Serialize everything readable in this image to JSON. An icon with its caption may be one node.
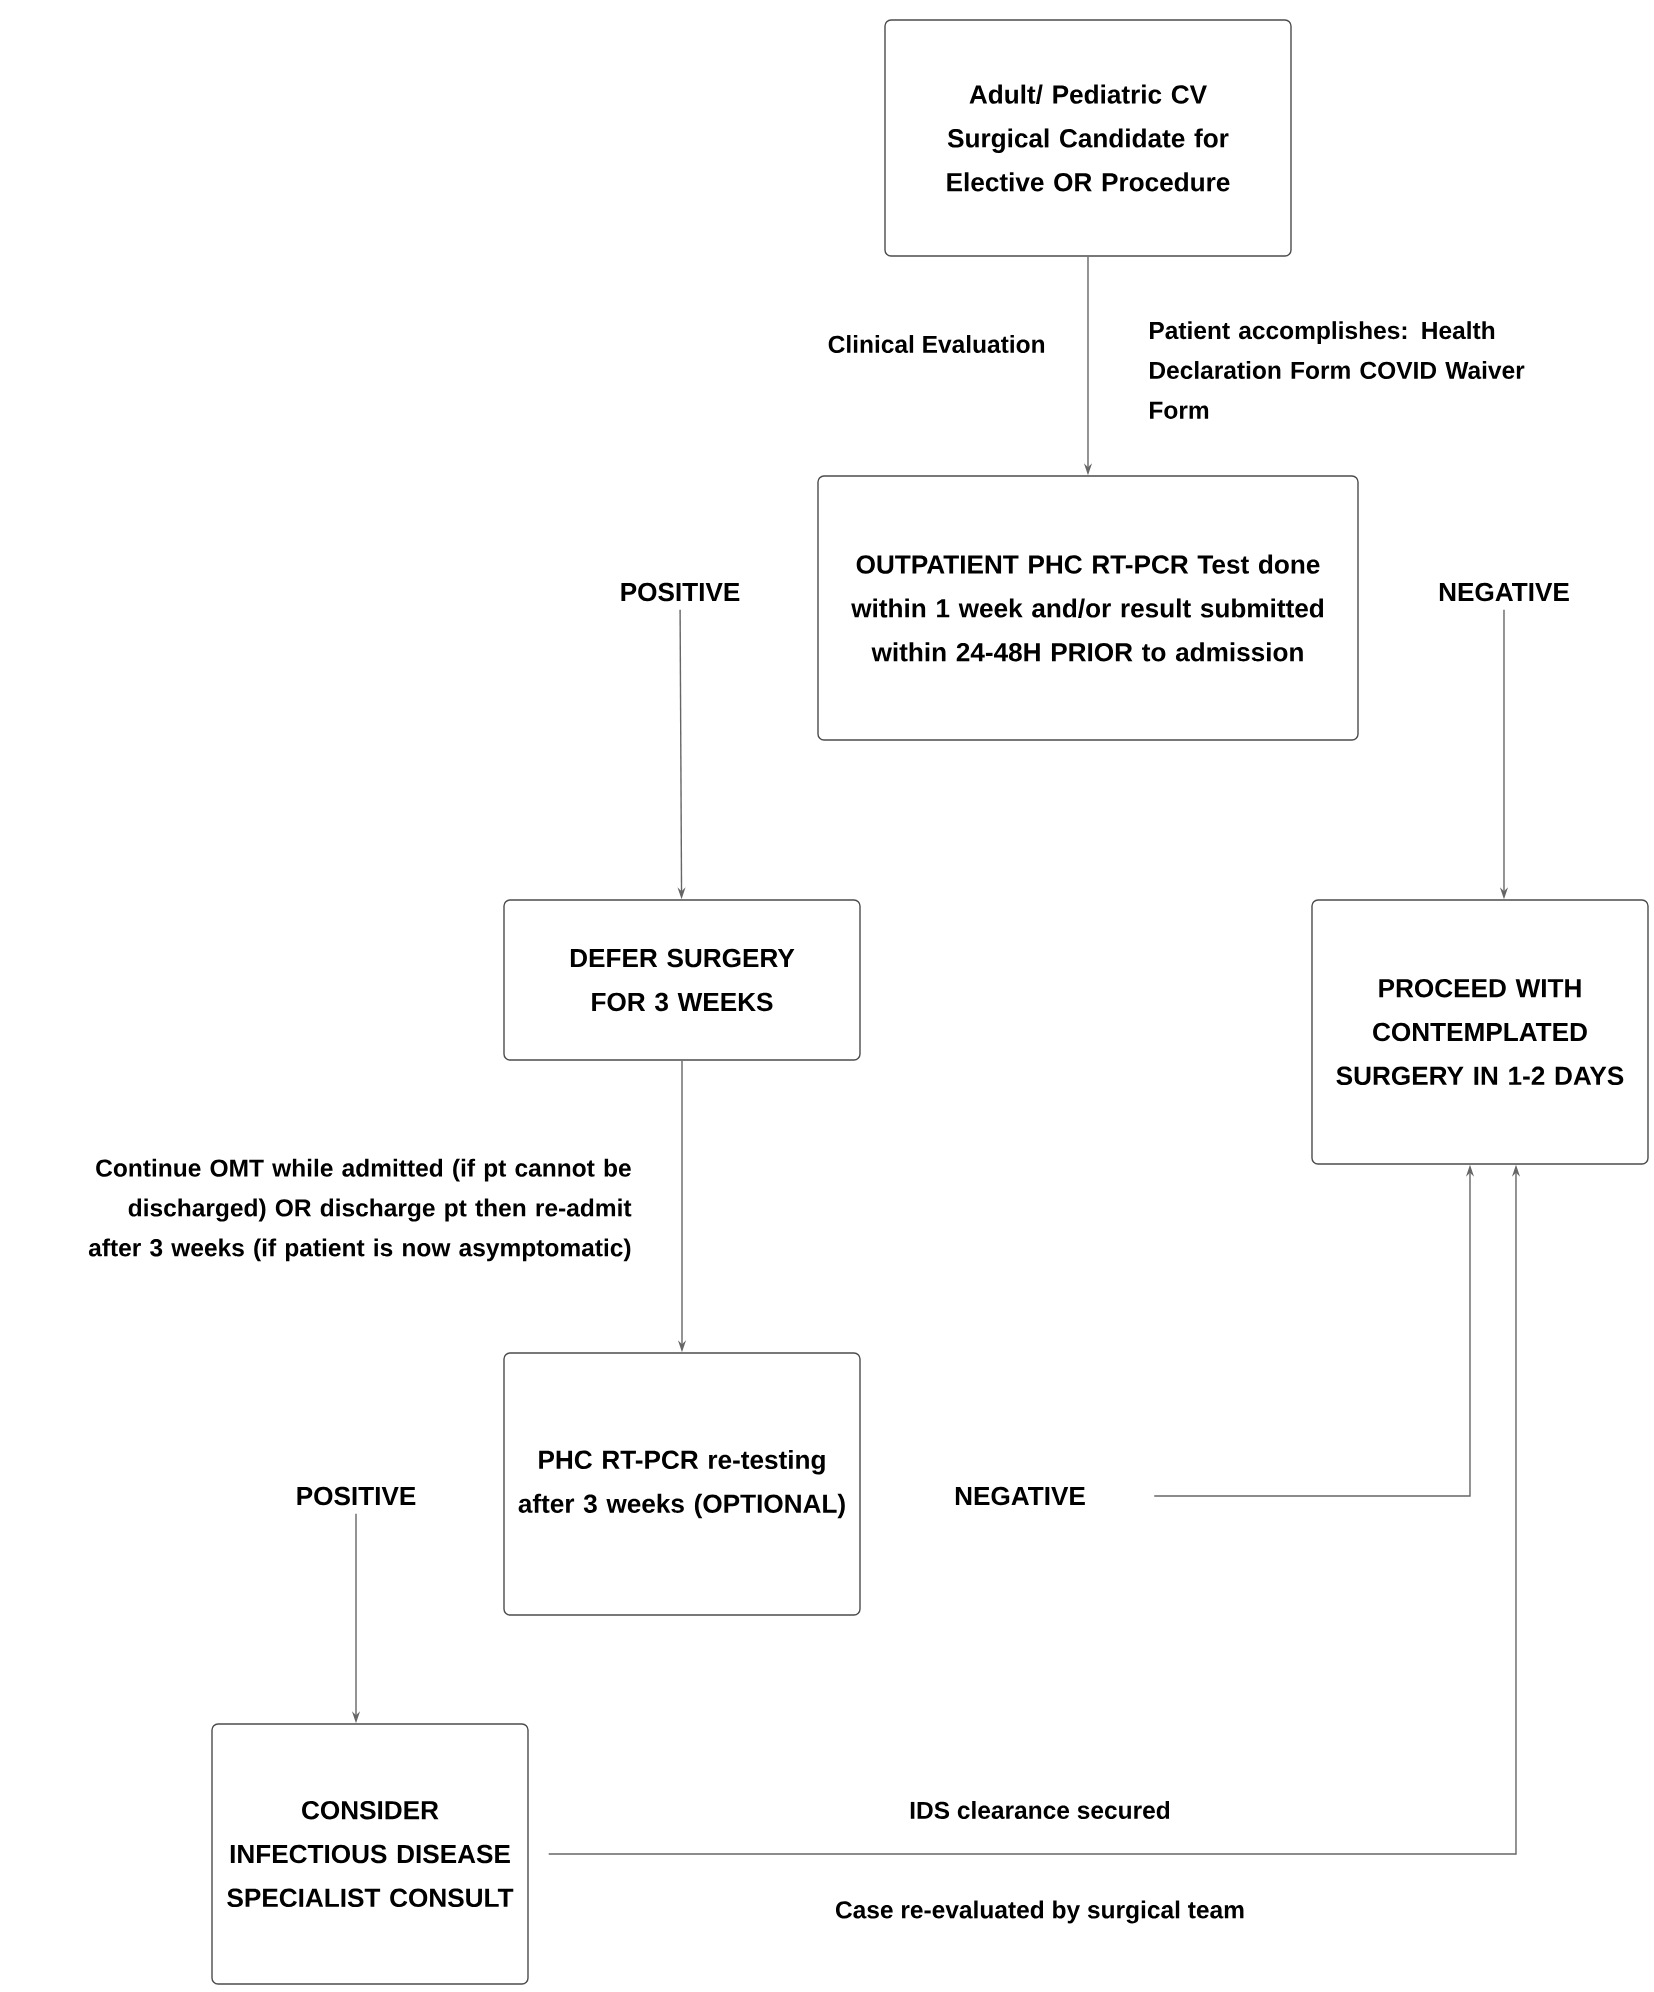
{
  "diagram": {
    "nodes": [
      {
        "text": [
          "Adult/ Pediatric CV Surgical Candidate for Elective OR Procedure"
        ]
      },
      {
        "text": [
          "OUTPATIENT PHC RT-PCR Test done within 1 week and/or result submitted within 24-48H PRIOR to admission"
        ]
      },
      {
        "text": [
          "POSITIVE"
        ]
      },
      {
        "text": [
          "NEGATIVE"
        ]
      },
      {
        "text": [
          "DEFER SURGERY FOR 3 WEEKS"
        ]
      },
      {
        "text": [
          "PROCEED WITH CONTEMPLATED SURGERY IN 1-2 DAYS"
        ]
      },
      {
        "text": [
          "PHC RT-PCR re-testing after 3 weeks (OPTIONAL)"
        ]
      },
      {
        "text": [
          "POSITIVE"
        ]
      },
      {
        "text": [
          "NEGATIVE"
        ]
      },
      {
        "text": [
          "CONSIDER INFECTIOUS DISEASE SPECIALIST CONSULT"
        ]
      }
    ],
    "edges": [
      {
        "from": 0,
        "to": 1,
        "arrow": "to",
        "label": "Clinical Evaluation"
      },
      {
        "from": 2,
        "to": 4,
        "arrow": "to"
      },
      {
        "from": 3,
        "to": 5,
        "arrow": "to"
      },
      {
        "from": 4,
        "to": 6,
        "arrow": "to",
        "label": "Continue OMT while admitted (if pt cannot be discharged) OR discharge pt then re-admit after 3 weeks (if patient is now asymptomatic)"
      },
      {
        "from": 7,
        "to": 9,
        "arrow": "to"
      },
      {
        "from": 8,
        "to": 5,
        "arrow": "to"
      },
      {
        "from": 9,
        "to": 5,
        "arrow": "to",
        "label": "IDS clearance secured"
      }
    ],
    "labels": [
      "Patient accomplishes: Health Declaration Form COVID Waiver Form",
      "Case re-evaluated by surgical team"
    ]
  }
}
